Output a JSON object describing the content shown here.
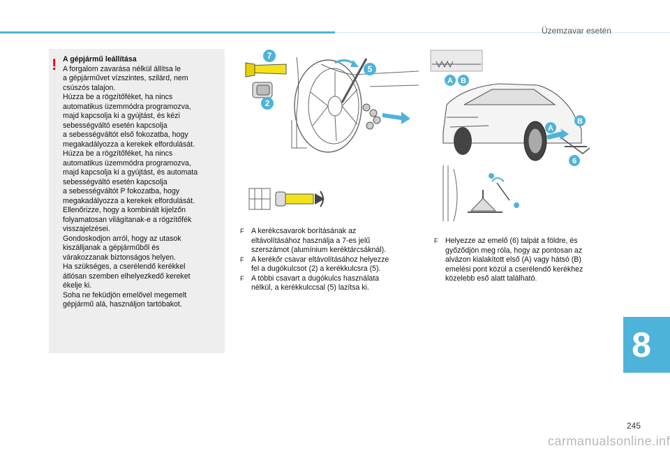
{
  "header": {
    "section_title": "Üzemzavar esetén"
  },
  "warning": {
    "symbol": "!",
    "title": "A gépjármű leállítása",
    "lines": [
      "A forgalom zavarása nélkül állítsa le",
      "a gépjárművet vízszintes, szilárd, nem",
      "csúszós talajon.",
      "Húzza be a rögzítőféket, ha nincs",
      "automatikus üzemmódra programozva,",
      "majd kapcsolja ki a gyújtást, és kézi",
      "sebességváltó esetén kapcsolja",
      "a sebességváltót első fokozatba, hogy",
      "megakadályozza a kerekek elfordulását.",
      "Húzza be a rögzítőféket, ha nincs",
      "automatikus üzemmódra programozva,",
      "majd kapcsolja ki a gyújtást, és automata",
      "sebességváltó esetén kapcsolja",
      "a sebességváltót P fokozatba, hogy",
      "megakadályozza a kerekek elfordulását.",
      "Ellenőrizze, hogy a kombinált kijelzőn",
      "folyamatosan világítanak-e a rögzítőfék",
      "visszajelzései.",
      "Gondoskodjon arról, hogy az utasok",
      "kiszálljanak a gépjárműből és",
      "várakozzanak biztonságos helyen.",
      "Ha szükséges, a cserélendő kerékkel",
      "átlósan szemben elhelyezkedő kereket",
      "ékelje ki.",
      "Soha ne feküdjön emelővel megemelt",
      "gépjármű alá, használjon tartóbakot."
    ]
  },
  "figures": {
    "callout_7": "7",
    "callout_5": "5",
    "callout_2": "2",
    "callout_A": "A",
    "callout_B": "B",
    "callout_6": "6"
  },
  "steps_middle": [
    {
      "mark": "F",
      "lines": [
        "A kerékcsavarok borításának az",
        "eltávolításához használja a 7-es jelű",
        "szerszámot (alumínium keréktárcsáknál)."
      ]
    },
    {
      "mark": "F",
      "lines": [
        "A kerékőr csavar eltávolításához helyezze",
        "fel a dugókulcsot (2) a kerékkulcsra (5)."
      ]
    },
    {
      "mark": "F",
      "lines": [
        "A többi csavart a dugókulcs használata",
        "nélkül, a kerékkulccsal (5) lazítsa ki."
      ]
    }
  ],
  "steps_right": [
    {
      "mark": "F",
      "lines": [
        "Helyezze az emelő (6) talpát a földre, és",
        "győződjön meg róla, hogy az pontosan az",
        "alvázon kialakított első (A) vagy hátsó (B)",
        "emelési pont közül a cserélendő kerékhez",
        "közelebb eső alatt található."
      ]
    }
  ],
  "chapter": {
    "number": "8"
  },
  "footer": {
    "page_number": "245",
    "watermark": "carmanualsonline.info"
  },
  "colors": {
    "accent": "#4eb3d8",
    "warning": "#e2001a",
    "callout": "#4eb3d8"
  }
}
